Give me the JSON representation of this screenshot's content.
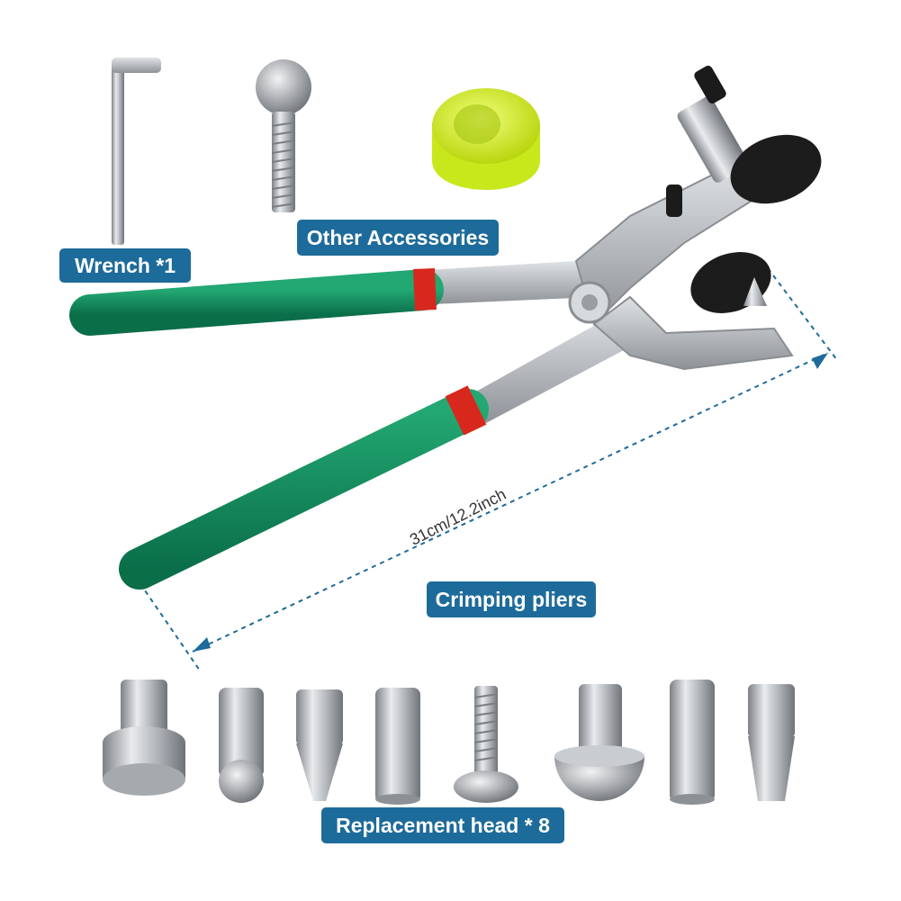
{
  "labels": {
    "wrench": "Wrench *1",
    "other_accessories": "Other Accessories",
    "crimping_pliers": "Crimping pliers",
    "replacement_head": "Replacement head * 8"
  },
  "dimension": "31cm/12.2inch",
  "colors": {
    "label_bg": "#1d6b9a",
    "handle_green": "#0e8a5c",
    "handle_ring_red": "#d8281e",
    "metal": "#b9bcc0",
    "hammer_yellow": "#d7f52a"
  }
}
